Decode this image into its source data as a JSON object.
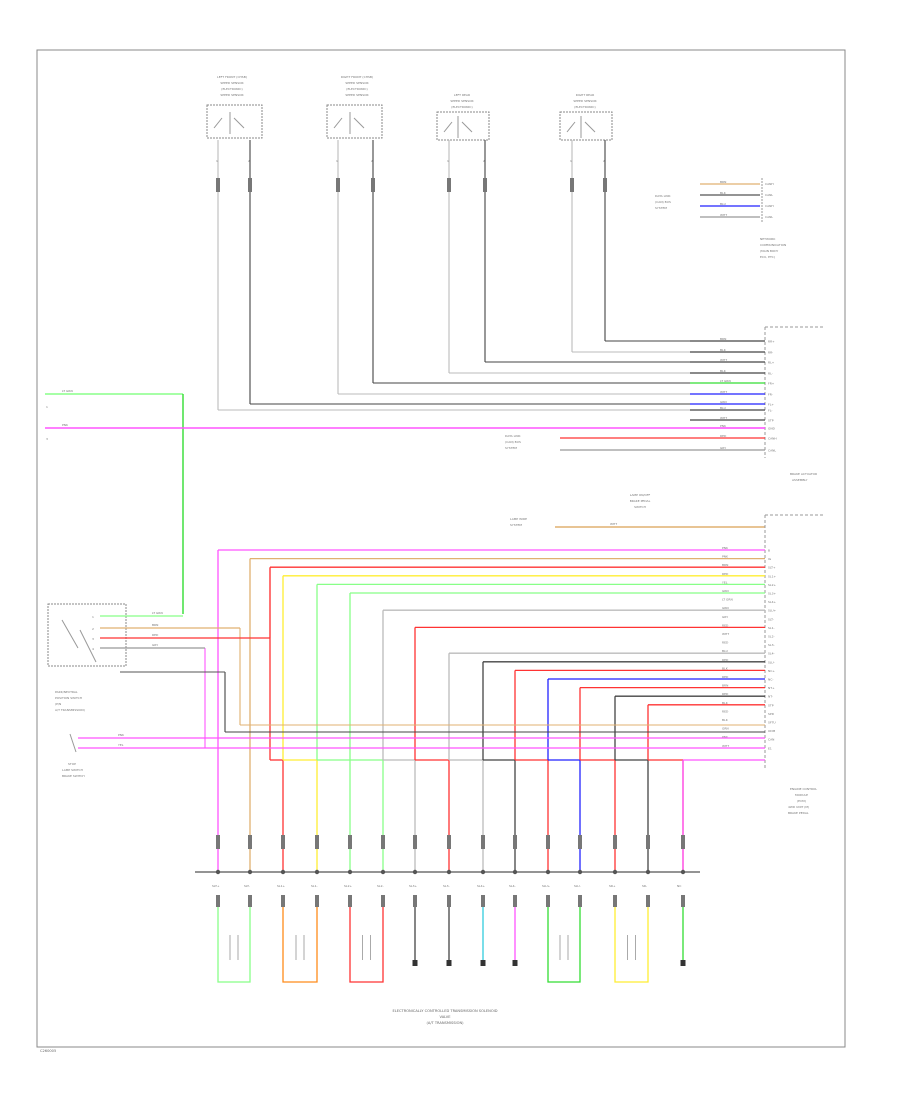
{
  "frame_code": "C260005",
  "sensors": [
    {
      "l1": "LEFT FRONT (CHSB)",
      "l2": "SPEED SENSOR",
      "l3": "(ELECTRONIC)",
      "l4": "SPEED SENSOR"
    },
    {
      "l1": "RIGHT FRONT (CHSB)",
      "l2": "SPEED SENSOR",
      "l3": "(ELECTRONIC)",
      "l4": "SPEED SENSOR"
    },
    {
      "l1": "LEFT REAR",
      "l2": "SPEED SENSOR",
      "l3": "(ELECTRONIC)",
      "l4": ""
    },
    {
      "l1": "RIGHT REAR",
      "l2": "SPEED SENSOR",
      "l3": "(ELECTRONIC)",
      "l4": ""
    }
  ],
  "pin_labels_sensor": [
    "1",
    "2"
  ],
  "top_right_connector": {
    "pins": [
      "CANH",
      "CANL",
      "CANH",
      "CANL"
    ],
    "wires": [
      "BRN",
      "BLK",
      "BLU",
      "WHT"
    ],
    "left_label": [
      "DATA LINK",
      "(CAN) BUS",
      "SYSTEM"
    ],
    "caption": [
      "NETWORK",
      "COMMUNICATION",
      "(MAIN BODY",
      "ECU, ETC)"
    ]
  },
  "brake_actuator": {
    "pins": [
      "RR+",
      "RR-",
      "RL+",
      "RL-",
      "FR+",
      "FR-",
      "FL+",
      "FL-",
      "STP",
      "GND",
      "CANH",
      "CANL"
    ],
    "wires": [
      "BRN",
      "BLK",
      "WHT",
      "BLK",
      "LT GRN",
      "WHT",
      "GRN",
      "BLU",
      "WHT",
      "PNK",
      "RED",
      "GRY"
    ],
    "caption": [
      "BRAKE ACTUATOR",
      "ASSEMBLY"
    ],
    "ground_note": [
      "DATA LINK",
      "(CAN) BUS",
      "SYSTEM"
    ]
  },
  "left_wires": {
    "top": "LT GRN",
    "second": "PNK",
    "nums": [
      "1",
      "3"
    ]
  },
  "stop_lamp": {
    "header": [
      "LAMP ON/OFF",
      "BRAKE PEDAL",
      "SWITCH"
    ],
    "left": [
      "LAMP WIRE",
      "SYSTEM"
    ],
    "wire": "WHT"
  },
  "ecu": {
    "pins": [
      "B",
      "IG",
      "SLT+",
      "SL1+",
      "SL2+",
      "SL3+",
      "SL4+",
      "SLU+",
      "SLT-",
      "SL1-",
      "SL2-",
      "SL3-",
      "SL4-",
      "SLU-",
      "NC+",
      "NC-",
      "NT+",
      "NT-",
      "STP",
      "SPD",
      "SFTU",
      "ODM",
      "CAN",
      "E1"
    ],
    "wires": [
      "PNK",
      "PNK",
      "BRN",
      "RED",
      "YEL",
      "GRN",
      "LT GRN",
      "GRN",
      "GRY",
      "RED",
      "WHT",
      "RED",
      "BLU",
      "RED",
      "BLK",
      "RED",
      "BRN",
      "RED",
      "BLK",
      "RED",
      "BLK",
      "GRN",
      "PNK",
      "WHT"
    ],
    "caption": [
      "ENGINE CONTROL",
      "MODULE",
      "(ECM)",
      "4WD UNIT (M)",
      "BRAKE PEDAL"
    ]
  },
  "park_neutral": {
    "caption": [
      "PARK/NEUTRAL",
      "POSITION SWITCH",
      "(P/N",
      "A/T TRANSMISSION)"
    ],
    "wires": [
      "LT GRN",
      "BRN",
      "RED",
      "GRY"
    ],
    "pins": [
      "1",
      "2",
      "3",
      "4"
    ]
  },
  "stop_switch_bottom": {
    "caption": [
      "STOP",
      "LAMP SWITCH",
      "BRAKE SWITCH"
    ],
    "wires": [
      "PNK",
      "YEL"
    ]
  },
  "solenoid_caption": [
    "ELECTRONICALLY CONTROLLED TRANSMISSION SOLENOID",
    "VALVE",
    "(A/T TRANSMISSION)"
  ],
  "solenoid_pins": [
    "SLT+",
    "SLT-",
    "SL1+",
    "SL1-",
    "SL2+",
    "SL2-",
    "SL3+",
    "SL3-",
    "SL4+",
    "SL4-",
    "SLU+",
    "SLU-",
    "SR+",
    "SR-",
    "NC"
  ],
  "colors": {
    "pink": "#ff55ff",
    "green": "#33dd33",
    "lightgreen": "#88ff88",
    "red": "#ff3333",
    "orange": "#ff8c1a",
    "yellow": "#ffee33",
    "blue": "#2222ff",
    "tan": "#e0b070",
    "gray": "#444444",
    "lightgray": "#bbbbbb",
    "cyan": "#33ccdd"
  }
}
